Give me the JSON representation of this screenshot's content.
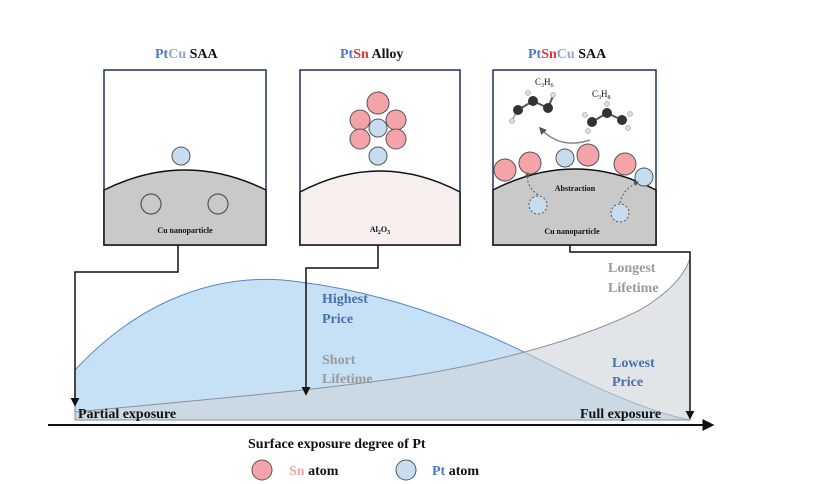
{
  "panels": [
    {
      "title_parts": [
        {
          "text": "Pt",
          "color": "#4a79c4"
        },
        {
          "text": "Cu",
          "color": "#8fa6cf"
        },
        {
          "text": " SAA",
          "color": "#111111"
        }
      ],
      "support_label": "Cu nanoparticle"
    },
    {
      "title_parts": [
        {
          "text": "Pt",
          "color": "#4a79c4"
        },
        {
          "text": "Sn",
          "color": "#e0363c"
        },
        {
          "text": " Alloy",
          "color": "#111111"
        }
      ],
      "support_label_main": "Al",
      "support_label_sub1": "2",
      "support_label_mid": "O",
      "support_label_sub2": "3"
    },
    {
      "title_parts": [
        {
          "text": "Pt",
          "color": "#4a79c4"
        },
        {
          "text": "Sn",
          "color": "#e0363c"
        },
        {
          "text": "Cu",
          "color": "#8fa6cf"
        },
        {
          "text": " SAA",
          "color": "#111111"
        }
      ],
      "support_label": "Cu nanoparticle",
      "abstraction_label": "Abstraction",
      "molecule1": {
        "c": "C",
        "n1": "3",
        "h": "H",
        "n2": "6"
      },
      "molecule2": {
        "c": "C",
        "n1": "3",
        "h": "H",
        "n2": "8"
      }
    }
  ],
  "curves": {
    "price_high_label_1": "Highest",
    "price_high_label_2": "Price",
    "price_low_label_1": "Lowest",
    "price_low_label_2": "Price",
    "life_short_label_1": "Short",
    "life_short_label_2": "Lifetime",
    "life_long_label_1": "Longest",
    "life_long_label_2": "Lifetime"
  },
  "axis": {
    "left_label": "Partial exposure",
    "right_label": "Full exposure",
    "xlabel": "Surface exposure degree of Pt"
  },
  "legend": {
    "sn_symbol": "Sn",
    "sn_text": " atom",
    "pt_symbol": "Pt",
    "pt_text": " atom"
  },
  "colors": {
    "panel_border": "#1f2f5a",
    "sn_fill": "#f4a4a8",
    "pt_fill": "#c6dcef",
    "price_fill": "#bcdcf4",
    "lifetime_fill": "#d7dadf",
    "price_text": "#4a6faa",
    "life_text": "#9a9a9a"
  }
}
